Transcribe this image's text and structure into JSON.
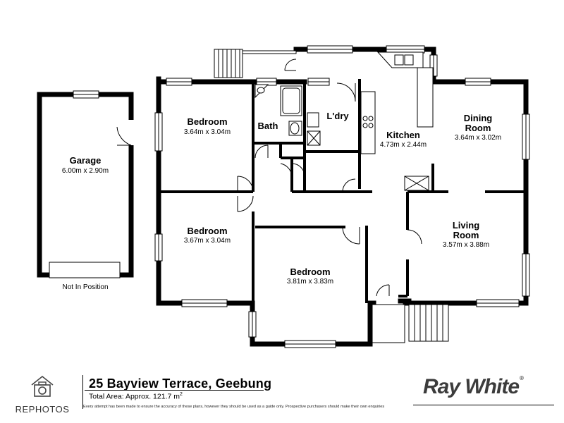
{
  "rooms": {
    "garage": {
      "name": "Garage",
      "dims": "6.00m x 2.90m",
      "note": "Not In Position"
    },
    "bedroom1": {
      "name": "Bedroom",
      "dims": "3.64m x 3.04m"
    },
    "bath": {
      "name": "Bath"
    },
    "laundry": {
      "name": "L'dry"
    },
    "kitchen": {
      "name": "Kitchen",
      "dims": "4.73m x 2.44m"
    },
    "dining": {
      "name": "Dining",
      "name2": "Room",
      "dims": "3.64m x 3.02m"
    },
    "bedroom2": {
      "name": "Bedroom",
      "dims": "3.67m x 3.04m"
    },
    "living": {
      "name": "Living",
      "name2": "Room",
      "dims": "3.57m x 3.88m"
    },
    "bedroom3": {
      "name": "Bedroom",
      "dims": "3.81m x 3.83m"
    }
  },
  "footer": {
    "address": "25 Bayview Terrace, Geebung",
    "total_area": "Total Area: Approx. 121.7 m",
    "area_unit_sup": "2",
    "disclaimer": "Every attempt has been made to ensure the accuracy of these plans, however they should be used as a guide only.  Prospective purchasers should make their own enquiries",
    "left_logo": "REPHOTOS",
    "right_logo": "Ray White",
    "right_logo_mark": "®"
  },
  "colors": {
    "wall": "#000000",
    "window": "#ffffff",
    "logo_gray": "#3c3c3c"
  }
}
